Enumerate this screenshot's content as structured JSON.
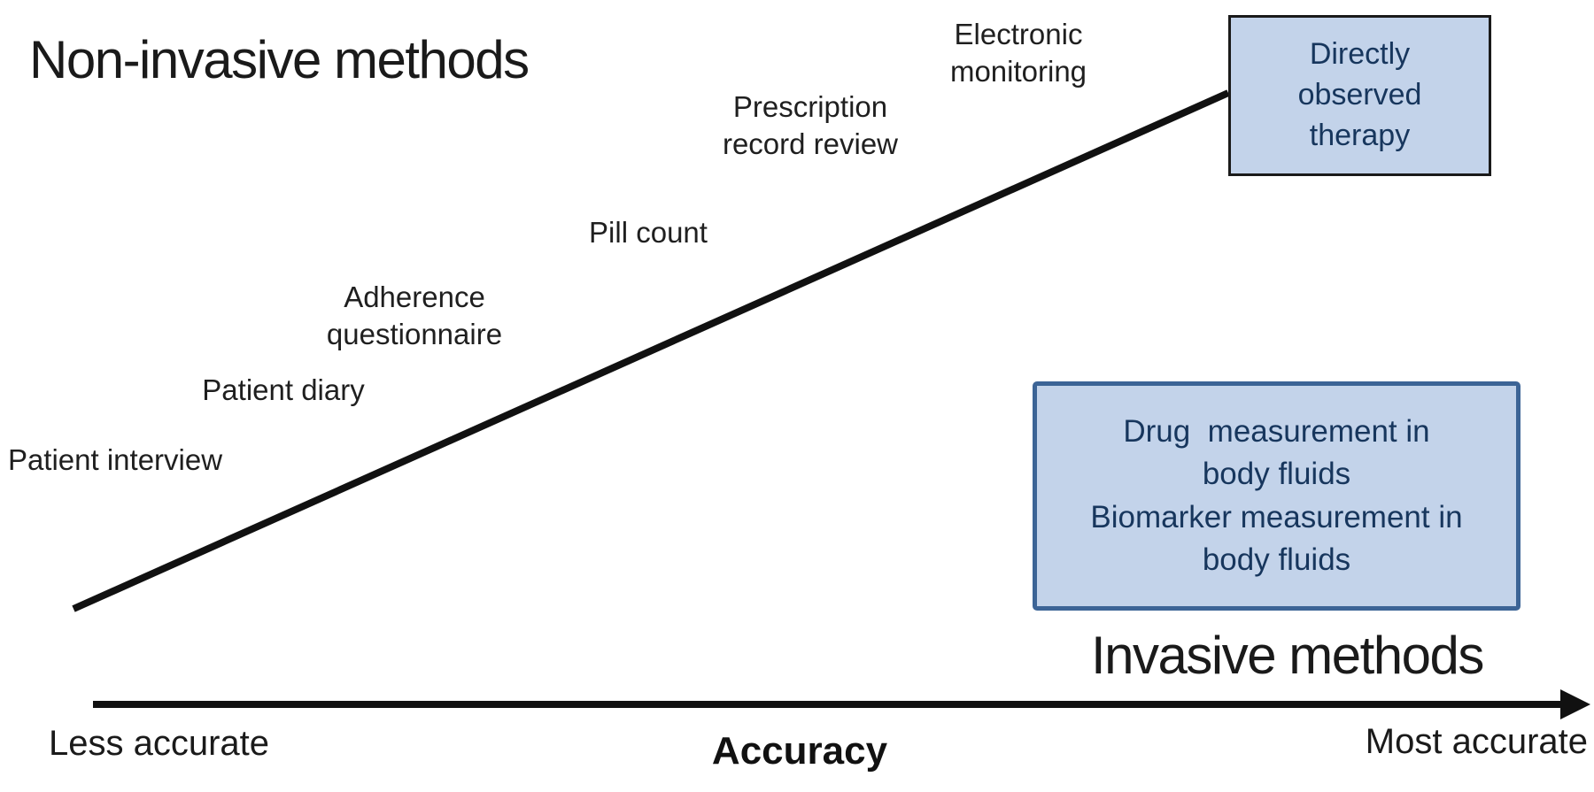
{
  "titles": {
    "non_invasive": "Non-invasive methods",
    "invasive": "Invasive methods"
  },
  "axis": {
    "title": "Accuracy",
    "left_label": "Less accurate",
    "right_label": "Most accurate"
  },
  "method_labels": [
    {
      "id": "patient-interview",
      "text": "Patient interview",
      "accuracy_rank": 1
    },
    {
      "id": "patient-diary",
      "text": "Patient diary",
      "accuracy_rank": 2
    },
    {
      "id": "adherence-questionnaire",
      "text": "Adherence\nquestionnaire",
      "accuracy_rank": 3
    },
    {
      "id": "pill-count",
      "text": "Pill count",
      "accuracy_rank": 4
    },
    {
      "id": "prescription-record-review",
      "text": "Prescription\nrecord review",
      "accuracy_rank": 5
    },
    {
      "id": "electronic-monitoring",
      "text": "Electronic\nmonitoring",
      "accuracy_rank": 6
    }
  ],
  "boxes": {
    "directly_observed_therapy": {
      "text": "Directly\nobserved\ntherapy"
    },
    "body_fluids": {
      "text": "Drug  measurement in\nbody fluids\nBiomarker measurement in\nbody fluids"
    }
  },
  "colors": {
    "line": "#111111",
    "box_fill": "#c3d3ea",
    "dot_box_border": "#1a1a1a",
    "fluids_box_border": "#3c6496",
    "box_text": "#17365d"
  }
}
